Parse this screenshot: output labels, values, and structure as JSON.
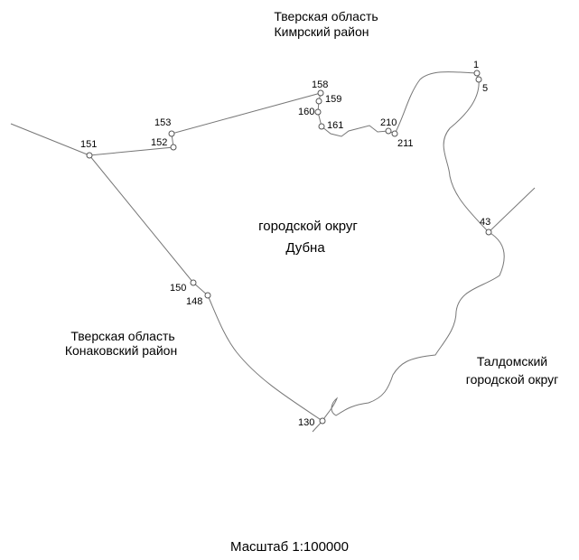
{
  "regions": {
    "top": [
      "Тверская область",
      "Кимрский район"
    ],
    "center": [
      "городской округ",
      "Дубна"
    ],
    "left": [
      "Тверская область",
      "Конаковский район"
    ],
    "right": [
      "Талдомский",
      "городской округ"
    ]
  },
  "points": [
    "1",
    "5",
    "158",
    "159",
    "160",
    "161",
    "153",
    "152",
    "151",
    "210",
    "211",
    "43",
    "150",
    "148",
    "130"
  ],
  "scale": "Масштаб 1:100000"
}
